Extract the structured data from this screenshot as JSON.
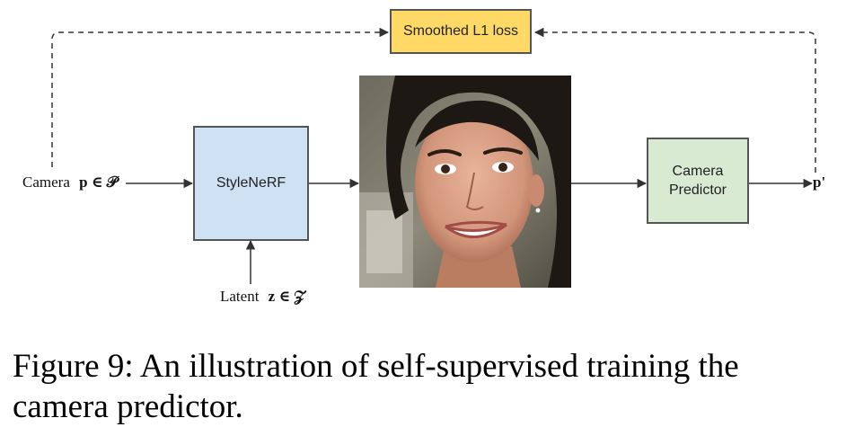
{
  "nodes": {
    "loss": {
      "label": "Smoothed L1 loss",
      "color": "#ffd966"
    },
    "stylenerf": {
      "label": "StyleNeRF",
      "color": "#cfe2f3"
    },
    "predictor": {
      "label": "Camera\nPredictor",
      "color": "#d9ead3"
    },
    "photo": {
      "description": ""
    }
  },
  "inputs": {
    "camera": {
      "text": "Camera",
      "symbol": "p ∈ 𝒫"
    },
    "latent": {
      "text": "Latent",
      "symbol": "z ∈ 𝒵"
    },
    "output": {
      "symbol": "p'"
    }
  },
  "caption": "Figure 9: An illustration of self-supervised training the camera predictor."
}
